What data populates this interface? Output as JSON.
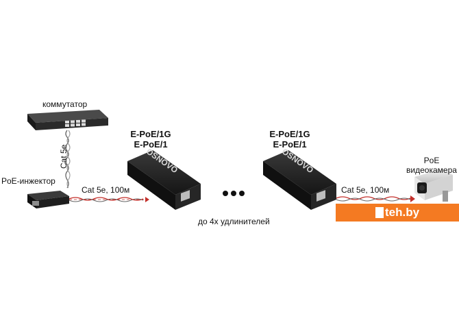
{
  "labels": {
    "switch": "коммутатор",
    "cat_vertical": "Cat 5e",
    "injector": "PoE-инжектор",
    "link1": "Cat 5e, 100м",
    "extender1_line1": "E-PoE/1G",
    "extender1_line2": "E-PoE/1",
    "extender2_line1": "E-PoE/1G",
    "extender2_line2": "E-PoE/1",
    "dots": "• • •",
    "count": "до 4х удлинителей",
    "link2": "Cat 5e, 100м",
    "camera_line1": "PoE",
    "camera_line2": "видеокамера",
    "device_brand": "OSNOVO"
  },
  "watermark": {
    "text": "teh.by",
    "color": "#f47a22"
  },
  "colors": {
    "cable_red": "#c4302b",
    "cable_dark": "#555555",
    "device_body": "#1e1e1e"
  }
}
